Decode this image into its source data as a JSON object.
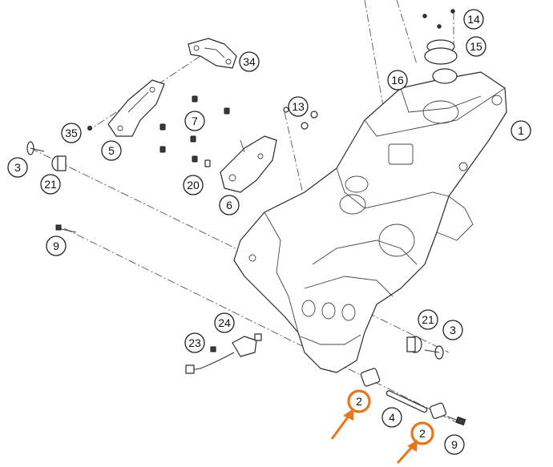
{
  "diagram": {
    "callouts": [
      {
        "id": "1",
        "text": "1"
      },
      {
        "id": "2a",
        "text": "2",
        "highlight": true
      },
      {
        "id": "2b",
        "text": "2",
        "highlight": true
      },
      {
        "id": "3a",
        "text": "3"
      },
      {
        "id": "3b",
        "text": "3"
      },
      {
        "id": "4",
        "text": "4"
      },
      {
        "id": "5",
        "text": "5"
      },
      {
        "id": "6",
        "text": "6"
      },
      {
        "id": "7",
        "text": "7"
      },
      {
        "id": "9a",
        "text": "9"
      },
      {
        "id": "9b",
        "text": "9"
      },
      {
        "id": "13",
        "text": "13"
      },
      {
        "id": "14",
        "text": "14"
      },
      {
        "id": "15",
        "text": "15"
      },
      {
        "id": "16",
        "text": "16"
      },
      {
        "id": "20",
        "text": "20"
      },
      {
        "id": "21a",
        "text": "21"
      },
      {
        "id": "21b",
        "text": "21"
      },
      {
        "id": "23",
        "text": "23"
      },
      {
        "id": "24",
        "text": "24"
      },
      {
        "id": "34",
        "text": "34"
      },
      {
        "id": "35",
        "text": "35"
      }
    ],
    "colors": {
      "highlight": "#e8761e",
      "line": "#2a2a2a",
      "background": "#ffffff"
    },
    "icons": {
      "pointer": "orange-arrow-icon"
    }
  }
}
